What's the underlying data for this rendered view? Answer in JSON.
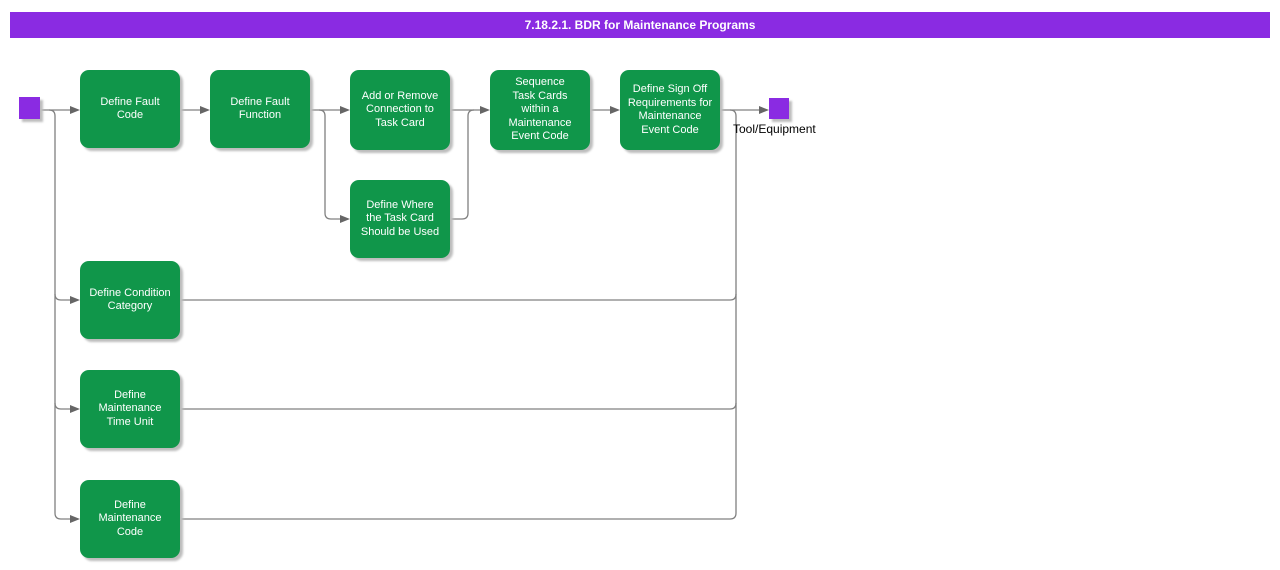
{
  "title_bar": {
    "text": "7.18.2.1. BDR for Maintenance Programs"
  },
  "colors": {
    "accent_purple": "#8A2BE2",
    "node_green": "#10964A",
    "connector_gray": "#808080",
    "arrowhead_gray": "#666666",
    "node_text": "#ffffff"
  },
  "diagram": {
    "end_caption": "Tool/Equipment",
    "nodes": [
      {
        "id": "define-fault-code",
        "label": "Define Fault\nCode"
      },
      {
        "id": "define-fault-function",
        "label": "Define Fault\nFunction"
      },
      {
        "id": "add-or-remove-connection-to-task-card",
        "label": "Add or Remove\nConnection to\nTask Card"
      },
      {
        "id": "sequence-task-cards-within-maintenance-event-code",
        "label": "Sequence\nTask Cards\nwithin a\nMaintenance\nEvent Code"
      },
      {
        "id": "define-sign-off-requirements-for-maintenance-event-code",
        "label": "Define Sign Off\nRequirements for\nMaintenance\nEvent Code"
      },
      {
        "id": "define-where-the-task-card-should-be-used",
        "label": "Define Where\nthe Task Card\nShould be Used"
      },
      {
        "id": "define-condition-category",
        "label": "Define Condition\nCategory"
      },
      {
        "id": "define-maintenance-time-unit",
        "label": "Define\nMaintenance\nTime Unit"
      },
      {
        "id": "define-maintenance-code",
        "label": "Define\nMaintenance\nCode"
      }
    ]
  }
}
